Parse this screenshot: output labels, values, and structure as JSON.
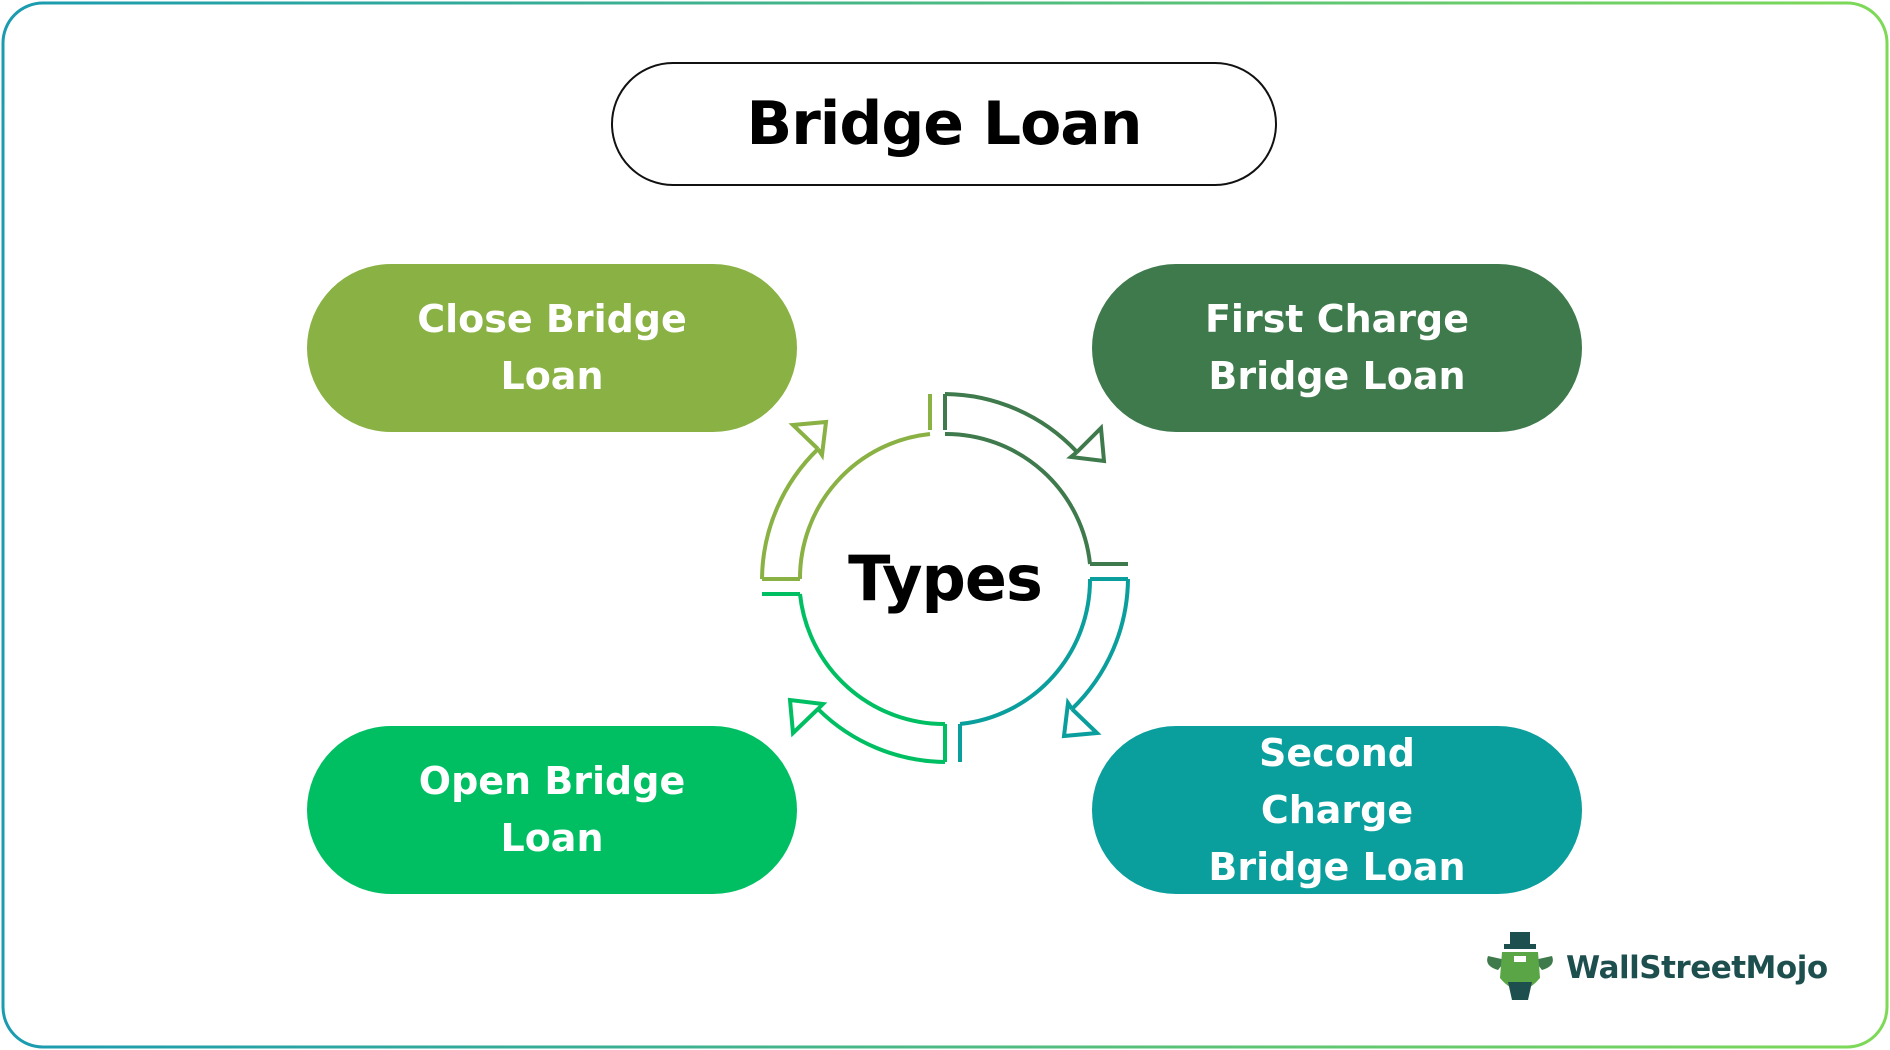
{
  "title": "Bridge Loan",
  "center_label": "Types",
  "types": [
    {
      "label": "Close Bridge Loan",
      "color": "#8ab143"
    },
    {
      "label": "First Charge Bridge Loan",
      "color": "#3e7a4c"
    },
    {
      "label": "Open Bridge Loan",
      "color": "#00bf63"
    },
    {
      "label": "Second Charge Bridge Loan",
      "color": "#0a9e9c"
    }
  ],
  "arrow_colors": {
    "top_left": "#8ab143",
    "top_right": "#3e7a4c",
    "bottom_left": "#00bf63",
    "bottom_right": "#0a9e9c"
  },
  "frame_gradient": [
    "#1a9bb0",
    "#7ed957"
  ],
  "logo": {
    "text": "WallStreetMojo",
    "icon": "bull-mascot-icon",
    "text_color": "#1e4f4f"
  }
}
